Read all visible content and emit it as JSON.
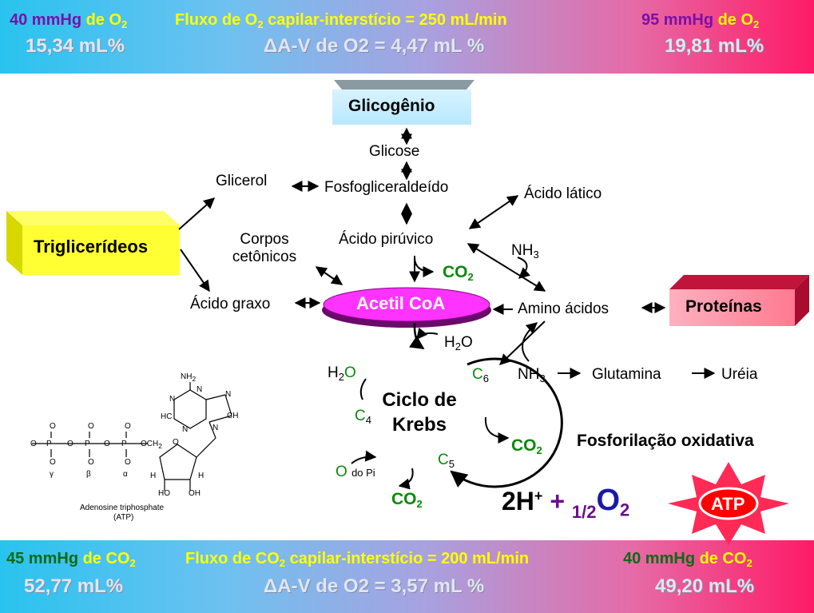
{
  "header": {
    "left_pressure": "40 mmHg",
    "left_gas_prefix": "de O",
    "left_gas_sub": "2",
    "flux_prefix": "Fluxo de O",
    "flux_sub": "2",
    "flux_rest": " capilar-interstício = 250 mL/min",
    "right_pressure": "95 mmHg",
    "right_gas_prefix": "de O",
    "right_gas_sub": "2",
    "left_volume": "15,34 mL%",
    "center_delta": "ΔA-V de O2 = 4,47 mL %",
    "right_volume": "19,81 mL%"
  },
  "footer": {
    "left_pressure": "45 mmHg",
    "left_gas_prefix": "de CO",
    "left_gas_sub": "2",
    "flux_prefix": "Fluxo de CO",
    "flux_sub": "2",
    "flux_rest": " capilar-interstício = 200 mL/min",
    "right_pressure": "40 mmHg",
    "right_gas_prefix": "de CO",
    "right_gas_sub": "2",
    "left_volume": "52,77 mL%",
    "center_delta": "ΔA-V de O2 = 3,57 mL %",
    "right_volume": "49,20 mL%"
  },
  "diagram": {
    "glicogenio": "Glicogênio",
    "glicose": "Glicose",
    "glicerol": "Glicerol",
    "fosfogliceraldeido": "Fosfogliceraldeído",
    "acido_latico": "Ácido lático",
    "trigliceridios": "Triglicerídeos",
    "corpos_cetonicos_1": "Corpos",
    "corpos_cetonicos_2": "cetônicos",
    "acido_piruvico": "Ácido pirúvico",
    "nh3_top": "NH",
    "nh3_top_sub": "3",
    "co2_1": "CO",
    "co2_1_sub": "2",
    "acido_graxo": "Ácido graxo",
    "acetil_coa": "Acetil CoA",
    "amino_acidos": "Amino ácidos",
    "proteinas": "Proteínas",
    "h2o_top_h": "H",
    "h2o_top_sub": "2",
    "h2o_top_o": "O",
    "h2o_left_h": "H",
    "h2o_left_sub": "2",
    "h2o_left_o": "O",
    "c6": "C",
    "c6_sub": "6",
    "nh3_bottom": "NH",
    "nh3_bottom_sub": "3",
    "glutamina": "Glutamina",
    "ureia": "Uréia",
    "krebs_1": "Ciclo de",
    "krebs_2": "Krebs",
    "c4": "C",
    "c4_sub": "4",
    "c5": "C",
    "c5_sub": "5",
    "co2_2": "CO",
    "co2_2_sub": "2",
    "co2_3": "CO",
    "co2_3_sub": "2",
    "o_do_pi_o": "O",
    "o_do_pi_rest": "do Pi",
    "fosforilacao": "Fosforilação oxidativa",
    "eq_2h": "2H",
    "eq_plus_sup": "+",
    "eq_plus": "+",
    "eq_half": "1/2",
    "eq_o": "O",
    "eq_o_sub": "2",
    "atp": "ATP"
  },
  "atp_structure": {
    "nh2": "NH",
    "nh2_sub": "2",
    "caption_1": "Adenosine triphosphate",
    "caption_2": "(ATP)",
    "gamma": "γ",
    "beta": "β",
    "alpha": "α",
    "p": "P",
    "o": "O",
    "och2": "OCH",
    "och2_sub": "2",
    "ho": "HO",
    "oh": "OH",
    "h": "H",
    "n": "N",
    "hc": "HC",
    "ch": "CH",
    "c": "C"
  },
  "colors": {
    "header_yellow": "#ffff00",
    "header_purple": "#7a10a8",
    "footer_green": "#0b6b12",
    "co2_green": "#0a8a0a",
    "acetil_fill": "#ff33ff",
    "atp_star": "#ff2a55",
    "eq_purple": "#6a0f8e"
  }
}
